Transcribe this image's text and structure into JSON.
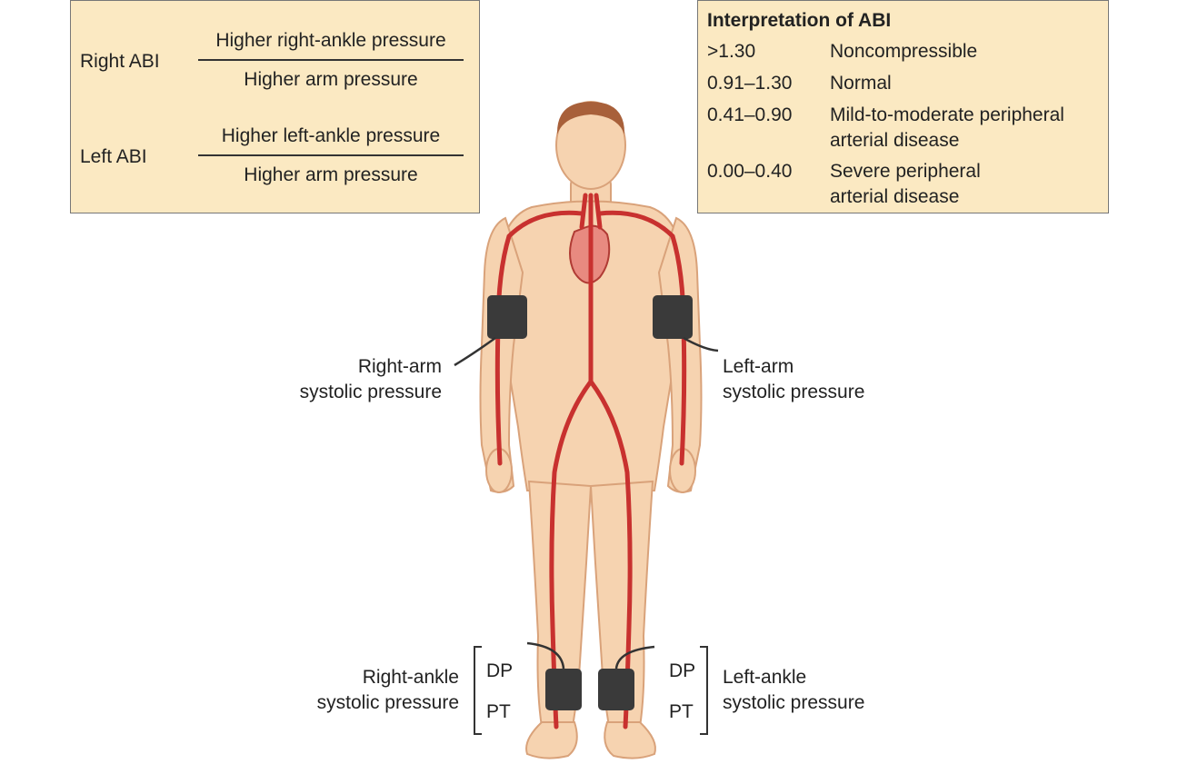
{
  "formula": {
    "right_label": "Right ABI",
    "right_numerator": "Higher right-ankle pressure",
    "right_denominator": "Higher arm pressure",
    "left_label": "Left ABI",
    "left_numerator": "Higher left-ankle pressure",
    "left_denominator": "Higher arm pressure"
  },
  "interpretation": {
    "title": "Interpretation of ABI",
    "rows": [
      {
        "range": ">1.30",
        "meaning": "Noncompressible"
      },
      {
        "range": "0.91–1.30",
        "meaning": "Normal"
      },
      {
        "range": "0.41–0.90",
        "meaning_line1": "Mild-to-moderate peripheral",
        "meaning_line2": "arterial disease"
      },
      {
        "range": "0.00–0.40",
        "meaning_line1": "Severe peripheral",
        "meaning_line2": "arterial disease"
      }
    ]
  },
  "labels": {
    "right_arm_1": "Right-arm",
    "right_arm_2": "systolic pressure",
    "left_arm_1": "Left-arm",
    "left_arm_2": "systolic pressure",
    "right_ankle_1": "Right-ankle",
    "right_ankle_2": "systolic pressure",
    "left_ankle_1": "Left-ankle",
    "left_ankle_2": "systolic pressure",
    "dp": "DP",
    "pt": "PT"
  },
  "colors": {
    "panel": "#fbe9c2",
    "skin": "#f6d3b0",
    "artery": "#c8312f",
    "hair": "#a8603a",
    "cuff": "#3a3a3a"
  }
}
